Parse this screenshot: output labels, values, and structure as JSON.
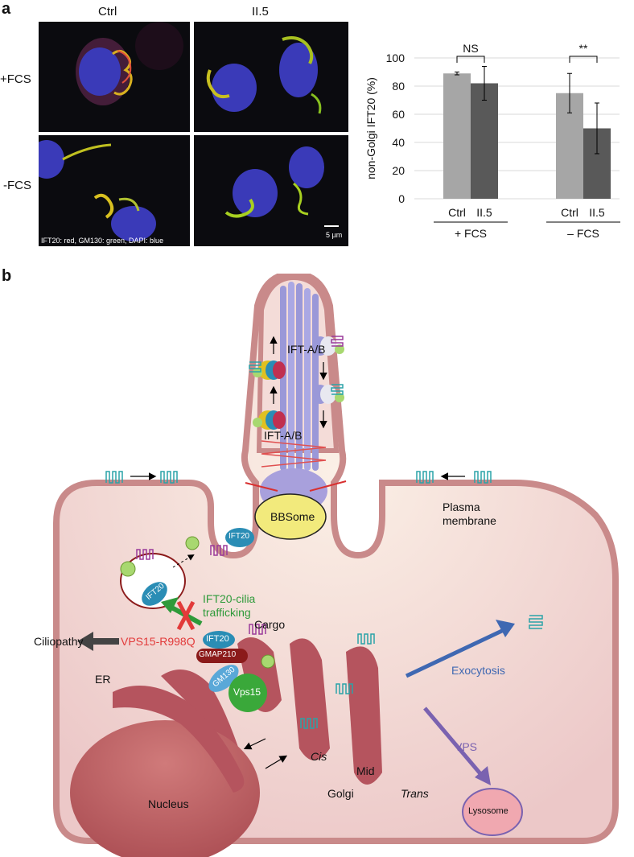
{
  "panel_a": {
    "letter": "a",
    "columns": [
      "Ctrl",
      "II.5"
    ],
    "rows": [
      "+FCS",
      "-FCS"
    ],
    "stain_legend": "IFT20: red, GM130: green, DAPI: blue",
    "scale_bar": "5 µm"
  },
  "chart_data": {
    "type": "bar",
    "ylabel": "non-Golgi IFT20 (%)",
    "ylim": [
      0,
      100
    ],
    "yticks": [
      0,
      20,
      40,
      60,
      80,
      100
    ],
    "groups": [
      "+ FCS",
      "– FCS"
    ],
    "categories": [
      "Ctrl",
      "II.5"
    ],
    "series": [
      {
        "group": "+ FCS",
        "values": [
          89,
          82
        ],
        "errors": [
          1,
          12
        ]
      },
      {
        "group": "– FCS",
        "values": [
          75,
          50
        ],
        "errors": [
          14,
          18
        ]
      }
    ],
    "significance": [
      "NS",
      "**"
    ],
    "colors": {
      "ctrl": "#a6a6a6",
      "ii5": "#595959"
    },
    "grid": true
  },
  "panel_b": {
    "letter": "b",
    "labels": {
      "ift_ab_top": "IFT-A/B",
      "ift_ab_bottom": "IFT-A/B",
      "bbsome": "BBSome",
      "plasma_membrane": "Plasma\nmembrane",
      "ift20_membrane": "IFT20",
      "ift20_vesicle": "IFT20",
      "ift20_golgi": "IFT20",
      "trafficking": "IFT20-cilia\ntrafficking",
      "cargo": "Cargo",
      "ciliopathy": "Ciliopathy",
      "mutation": "VPS15-R998Q",
      "gmap210": "GMAP210",
      "gm130": "GM130",
      "vps15": "Vps15",
      "er": "ER",
      "exocytosis": "Exocytosis",
      "vps": "VPS",
      "cis": "Cis",
      "mid": "Mid",
      "trans": "Trans",
      "golgi": "Golgi",
      "nucleus": "Nucleus",
      "lysosome": "Lysosome"
    },
    "colors": {
      "cell": "#f0d8d8",
      "membrane": "#c98a8a",
      "golgi": "#b5545e",
      "ift20": "#2a8db5",
      "mutation": "#e23a3a",
      "trafficking": "#2e9a3a",
      "exocytosis": "#3f68b2",
      "vps": "#7a62b0",
      "vps15": "#3aa83a",
      "gmap210": "#8b1a1a",
      "bbsome": "#f2ea7c",
      "receptor": "#2aa3a8"
    }
  }
}
